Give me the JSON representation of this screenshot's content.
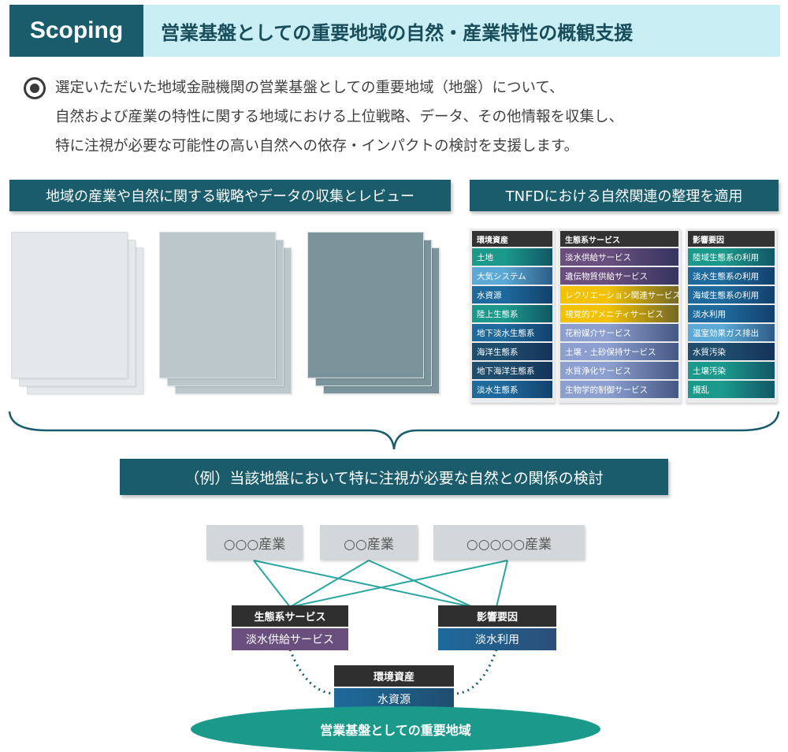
{
  "header": {
    "tag": "Scoping",
    "title": "営業基盤としての重要地域の自然・産業特性の概観支援"
  },
  "intro": {
    "lines": [
      "選定いただいた地域金融機関の営業基盤としての重要地域（地盤）について、",
      "自然および産業の特性に関する地域における上位戦略、データ、その他情報を収集し、",
      "特に注視が必要な可能性の高い自然への依存・インパクトの検討を支援します。"
    ]
  },
  "sections": {
    "left": "地域の産業や自然に関する戦略やデータの収集とレビュー",
    "right": "TNFDにおける自然関連の整理を適用",
    "middle": "（例）当該地盤において特に注視が必要な自然との関係の検討"
  },
  "stacks": [
    {
      "color": "#e5e8ea"
    },
    {
      "color": "#bcc7cc"
    },
    {
      "color": "#7b939b"
    }
  ],
  "tnfd": {
    "columns": [
      {
        "header": "環境資産",
        "items": [
          {
            "label": "土地",
            "color": "#1b9a8c"
          },
          {
            "label": "大気システム",
            "color": "#5aa9d6"
          },
          {
            "label": "水資源",
            "color": "#1e6a9c"
          },
          {
            "label": "陸上生態系",
            "color": "#1b9a8c"
          },
          {
            "label": "地下淡水生態系",
            "color": "#1e6a9c"
          },
          {
            "label": "海洋生態系",
            "color": "#1f4d6e"
          },
          {
            "label": "地下海洋生態系",
            "color": "#1f4d6e"
          },
          {
            "label": "淡水生態系",
            "color": "#1e6a9c"
          }
        ]
      },
      {
        "header": "生態系サービス",
        "items": [
          {
            "label": "淡水供給サービス",
            "color": "#6a4f7e"
          },
          {
            "label": "遺伝物質供給サービス",
            "color": "#6a4f7e"
          },
          {
            "label": "レクリエーション関連サービス",
            "color": "#f2c200"
          },
          {
            "label": "視覚的アメニティサービス",
            "color": "#f2c200"
          },
          {
            "label": "花粉媒介サービス",
            "color": "#8c9fcf"
          },
          {
            "label": "土壌・土砂保持サービス",
            "color": "#8c9fcf"
          },
          {
            "label": "水質浄化サービス",
            "color": "#8c9fcf"
          },
          {
            "label": "生物学的制御サービス",
            "color": "#8c9fcf"
          }
        ]
      },
      {
        "header": "影響要因",
        "items": [
          {
            "label": "陸域生態系の利用",
            "color": "#1b9a8c"
          },
          {
            "label": "淡水生態系の利用",
            "color": "#1e6a9c"
          },
          {
            "label": "海域生態系の利用",
            "color": "#1e6a9c"
          },
          {
            "label": "淡水利用",
            "color": "#1e6a9c"
          },
          {
            "label": "温室効果ガス排出",
            "color": "#5aa9d6"
          },
          {
            "label": "水質汚染",
            "color": "#1f4d6e"
          },
          {
            "label": "土壌汚染",
            "color": "#1b9a8c"
          },
          {
            "label": "攪乱",
            "color": "#1b9a8c"
          }
        ]
      }
    ]
  },
  "diagram": {
    "industries": [
      "○○○産業",
      "○○産業",
      "○○○○○産業"
    ],
    "ecosystem": {
      "header": "生態系サービス",
      "value": "淡水供給サービス"
    },
    "impact": {
      "header": "影響要因",
      "value": "淡水利用"
    },
    "asset": {
      "header": "環境資産",
      "value": "水資源"
    },
    "base": "営業基盤としての重要地域"
  },
  "colors": {
    "brand": "#1a5c6b",
    "header_bg": "#c9eef3",
    "teal": "#1b9a8c",
    "purple": "#6a4f7e",
    "blue": "#1e6a9c"
  }
}
